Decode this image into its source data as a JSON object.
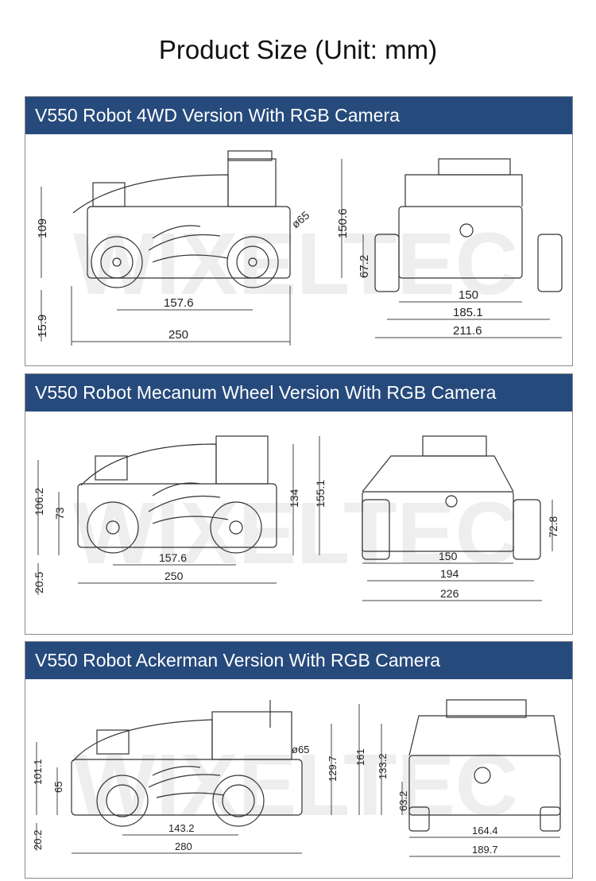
{
  "page_title": "Product Size (Unit: mm)",
  "sections": [
    {
      "title": "V550 Robot 4WD Version With RGB Camera",
      "side_dims": {
        "height": "109",
        "ground": "15.9",
        "wheelbase": "157.6",
        "length": "250",
        "wheel_dia": "ø65"
      },
      "front_dims": {
        "total_height": "150.6",
        "axle_height": "67.2",
        "body_width": "150",
        "mid_width": "185.1",
        "total_width": "211.6"
      }
    },
    {
      "title": "V550 Robot Mecanum Wheel Version With RGB Camera",
      "side_dims": {
        "height": "106.2",
        "inner": "73",
        "ground": "20.5",
        "wheelbase": "157.6",
        "length": "250",
        "body_height": "134",
        "total_height": "155.1"
      },
      "front_dims": {
        "axle_height": "72.8",
        "body_width": "150",
        "mid_width": "194",
        "total_width": "226"
      }
    },
    {
      "title": "V550 Robot Ackerman Version With RGB Camera",
      "side_dims": {
        "height": "101.1",
        "inner": "65",
        "ground": "20.2",
        "wheelbase": "143.2",
        "length": "280",
        "body_height": "129.7",
        "total_height": "161",
        "wheel_dia": "ø65"
      },
      "front_dims": {
        "total_height": "133.2",
        "axle_height": "63.2",
        "body_width": "164.4",
        "total_width": "189.7"
      }
    }
  ],
  "watermark": "WIXELTEC"
}
